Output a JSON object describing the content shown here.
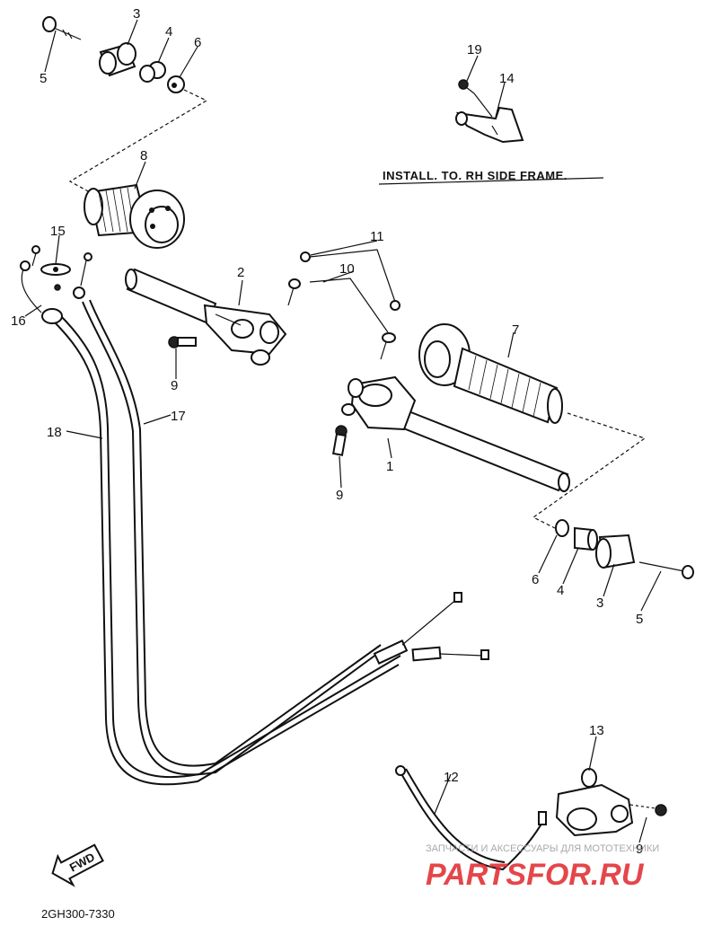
{
  "parts": [
    {
      "n": "1"
    },
    {
      "n": "2"
    },
    {
      "n": "3"
    },
    {
      "n": "3b"
    },
    {
      "n": "4"
    },
    {
      "n": "4b"
    },
    {
      "n": "5"
    },
    {
      "n": "5b"
    },
    {
      "n": "6"
    },
    {
      "n": "6b"
    },
    {
      "n": "7"
    },
    {
      "n": "8"
    },
    {
      "n": "9"
    },
    {
      "n": "9b"
    },
    {
      "n": "9c"
    },
    {
      "n": "10"
    },
    {
      "n": "11"
    },
    {
      "n": "12"
    },
    {
      "n": "13"
    },
    {
      "n": "14"
    },
    {
      "n": "15"
    },
    {
      "n": "16"
    },
    {
      "n": "17"
    },
    {
      "n": "18"
    },
    {
      "n": "19"
    }
  ],
  "labels": {
    "p1": "1",
    "p2": "2",
    "p3": "3",
    "p3b": "3",
    "p4": "4",
    "p4b": "4",
    "p5": "5",
    "p5b": "5",
    "p6": "6",
    "p6b": "6",
    "p7": "7",
    "p8": "8",
    "p9": "9",
    "p9b": "9",
    "p9c": "9",
    "p10": "10",
    "p11": "11",
    "p12": "12",
    "p13": "13",
    "p14": "14",
    "p15": "15",
    "p16": "16",
    "p17": "17",
    "p18": "18",
    "p19": "19"
  },
  "note": "INSTALL. TO. RH SIDE FRAME.",
  "fwd": "FWD",
  "drawing_code": "2GH300-7330",
  "watermark": {
    "tagline": "ЗАПЧАСТИ И АКСЕССУАРЫ ДЛЯ МОТОТЕХНИКИ",
    "brand": "PARTSFOR.RU",
    "color": "#e0262b"
  }
}
